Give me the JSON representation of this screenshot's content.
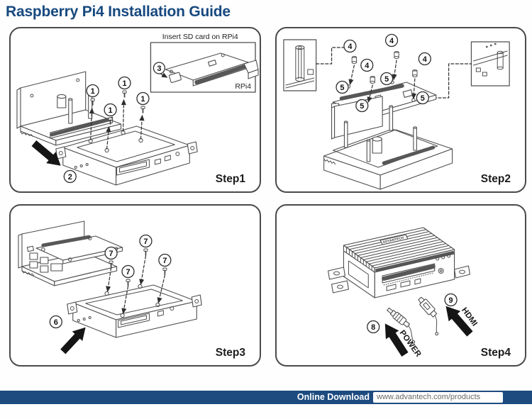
{
  "colors": {
    "brand_blue": "#17497f",
    "footer_blue": "#1d4b80",
    "line": "#4e4e4e",
    "url_text": "#6a6a6a"
  },
  "header": {
    "title": "Raspberry Pi4 Installation Guide"
  },
  "step1": {
    "label": "Step1",
    "inset_caption": "Insert SD card on RPi4",
    "board_label": "RPi4",
    "callout_screws": "1",
    "callout_chassis": "2",
    "callout_sdcard": "3"
  },
  "step2": {
    "label": "Step2",
    "callout_standoff": "4",
    "callout_mount_hole": "5"
  },
  "step3": {
    "label": "Step3",
    "callout_cover": "6",
    "callout_cover_screw": "7"
  },
  "step4": {
    "label": "Step4",
    "callout_power": "8",
    "callout_hdmi": "9",
    "power_cable_label": "POWER",
    "hdmi_cable_label": "HDMI",
    "device_label": "ADVANTECH"
  },
  "footer": {
    "download_label": "Online Download",
    "url": "www.advantech.com/products"
  }
}
